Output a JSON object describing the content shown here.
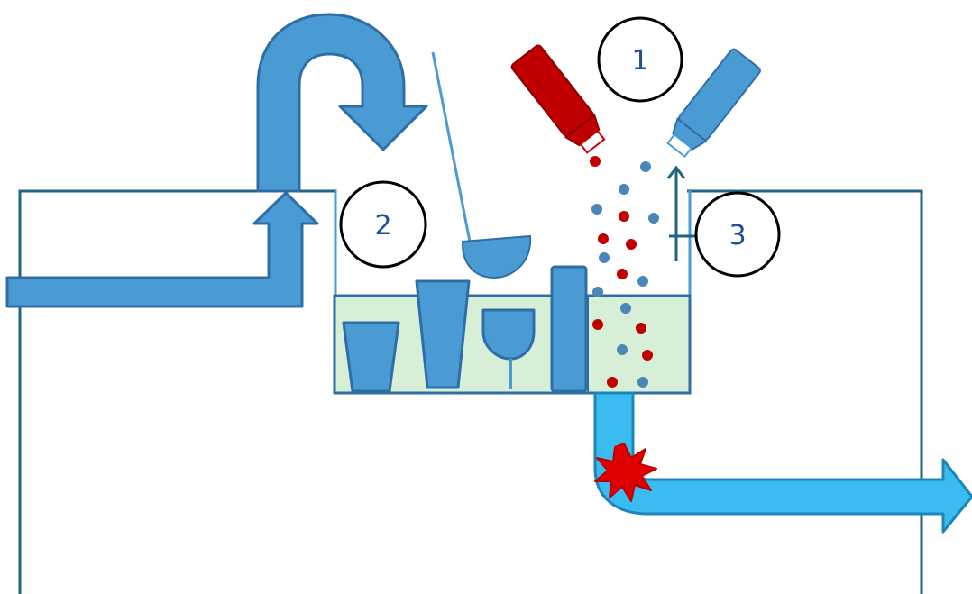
{
  "callouts": [
    {
      "id": "1",
      "label": "1"
    },
    {
      "id": "2",
      "label": "2"
    },
    {
      "id": "3",
      "label": "3"
    }
  ],
  "colors": {
    "outline": "#1f6480",
    "pipe_blue": "#4a9bd4",
    "pipe_edge": "#2f6ea5",
    "drain_blue": "#3bbcf0",
    "drain_edge": "#1c86b8",
    "water": "#d6efd6",
    "red": "#c00000",
    "label_blue": "#1f4e9e"
  },
  "icons": {
    "inlet": "water-inlet-arrow",
    "spray_arm": "curved-spray-arrow",
    "ladle": "ladle-icon",
    "detergent_red": "red-detergent-bottle-icon",
    "rinse_blue": "blue-rinse-bottle-icon",
    "drain": "drain-outlet-arrow",
    "burst": "red-starburst-icon"
  }
}
